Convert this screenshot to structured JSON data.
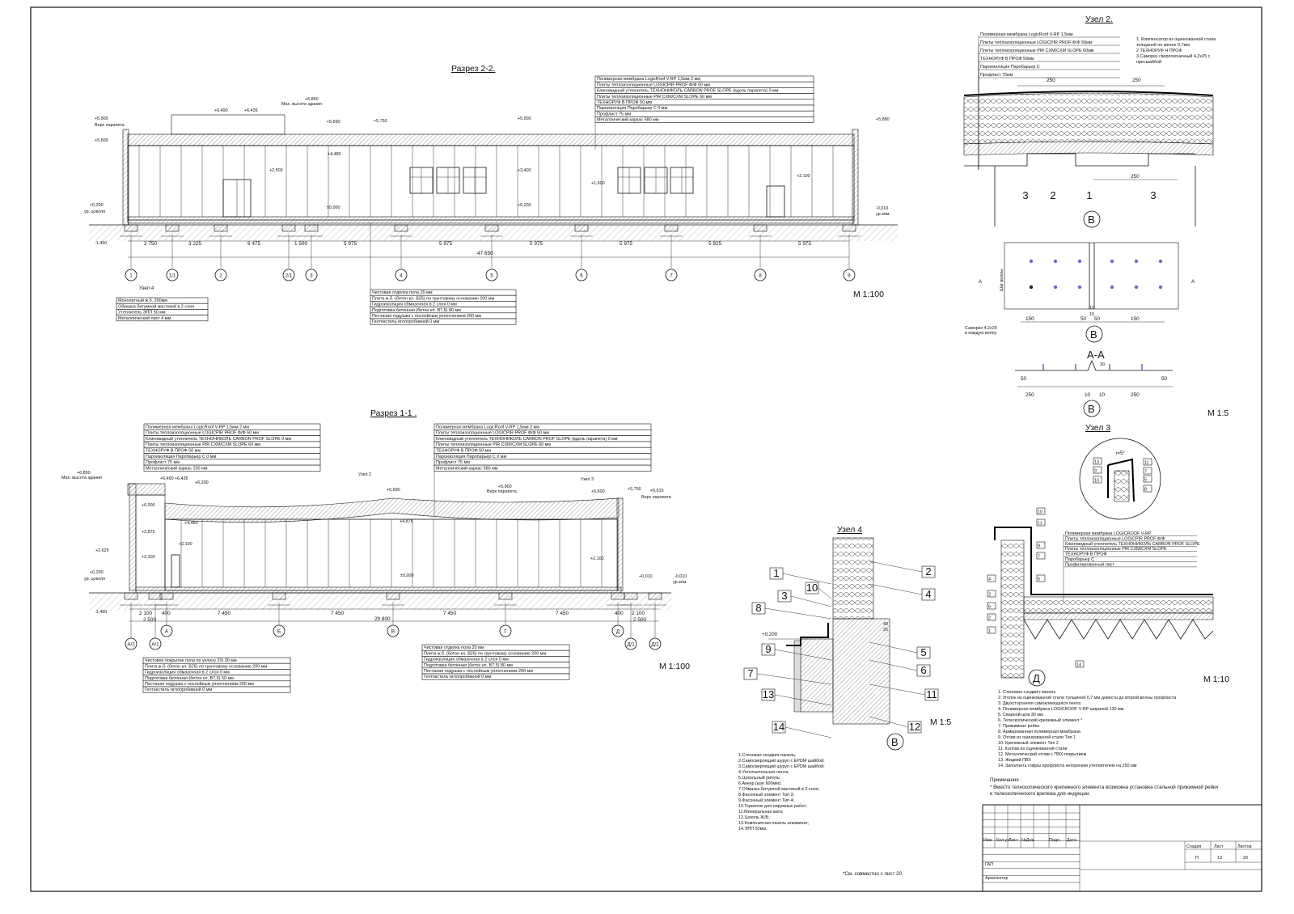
{
  "sections": {
    "s22": {
      "title": "Разрез 2-2.",
      "scale": "М 1:100",
      "elevations": [
        "+5,900",
        "Верх парапета",
        "+5,600",
        "+6,490",
        "+6,435",
        "+6,850",
        "Мах. высота здания",
        "+5,690",
        "+5,750",
        "+5,900",
        "+5,880",
        "+4,480",
        "+2,500",
        "+3,400",
        "+1,600",
        "+2,100",
        "±0,000",
        "+0,200",
        "+0,200",
        "ур. цоколя",
        "-0,010",
        "ур.зем.",
        "-1,450"
      ],
      "dims": [
        "2 750",
        "3 225",
        "6 475",
        "1 500",
        "5 975",
        "5 975",
        "5 975",
        "5 975",
        "5 825",
        "5 975"
      ],
      "total": "47 650",
      "axes": [
        "1",
        "1/1",
        "2",
        "2/1",
        "3",
        "4",
        "5",
        "6",
        "7",
        "8",
        "9"
      ],
      "node_label": "Узел 4",
      "roof_layers": [
        "Полимерная мембрана LogicRoof  V-RP 1,5мм 2 мм",
        "Плиты теплоизоляционные LOGICPIR PROF Ф/Ф  50 мм",
        "Клиновидный утеплитель ТЕХНОНИКОЛЬ CARBON PROF SLOPE (вдоль парапета) 0 мм",
        "Плиты теплоизоляционные PIR CXM/CXM SLOPE  60 мм",
        "ТЕХНОРУФ В ПРОФ  50 мм",
        "Пароизоляция Паробарьер С  0 мм",
        "Профлист  75 мм",
        "Металлический каркас 580 мм"
      ],
      "floor_layers": [
        "Чистовая отделка пола  20 мм",
        "Плита ж.б. (бетон кл. B25) по грунтовому основанию 200 мм",
        "Гидроизоляция обмазочная в 2 слоя 0 мм",
        "Подготовка бетонная (бетон кл. B7,5)  80 мм",
        "Песчаная подушка с послойным уплотнением 200 мм",
        "Геотекстиль иглопробивной 0 мм"
      ],
      "base_layers": [
        "Монолитный ж.б. 200мм",
        "Обмазка битумной мастикой в 2 слоя",
        "Утеплитель ЭПП  50 мм",
        "Металлический лист 4 мм"
      ]
    },
    "s11": {
      "title": "Разрез 1-1 .",
      "scale": "М 1:100",
      "roof_layers_left": [
        "Полимерная мембрана LogicRoof  V-RP 1,5мм 2 мм",
        "Плиты теплоизоляционные LOGICPIR PROF Ф/Ф  50 мм",
        "Клиновидный утеплитель ТЕХНОНИКОЛЬ CARBON PROF SLOPE  0 мм",
        "Плиты теплоизоляционные PIR CXM/CXM SLOPE  60 мм",
        "ТЕХНОРУФ В ПРОФ  50 мм",
        "Пароизоляция Паробарьер С  0 мм",
        "Профлист  75 мм",
        "Металлический каркас 200 мм"
      ],
      "roof_layers_right": [
        "Полимерная мембрана LogicRoof  V-RP 1,5мм 2 мм",
        "Плиты теплоизоляционные LOGICPIR PROF Ф/Ф  50 мм",
        "Клиновидный утеплитель ТЕХНОНИКОЛЬ CARBON PROF SLOPE (вдоль парапета) 0 мм",
        "Плиты теплоизоляционные PIR CXM/CXM SLOPE  60 мм",
        "ТЕХНОРУФ В ПРОФ  50 мм",
        "Пароизоляция Паробарьер С  0 мм",
        "Профлист  75 мм",
        "Металлический каркас 580 мм"
      ],
      "elevations": [
        "+6,850",
        "Мах. высота здания",
        "+6,490",
        "+6,435",
        "+6,200",
        "+6,000",
        "+4,480",
        "+2,875",
        "+2,625",
        "+2,100",
        "+2,100",
        "+0,200",
        "ур. цоколя",
        "-1,450",
        "+5,690",
        "+5,900",
        "Верх парапета",
        "+5,600",
        "+5,750",
        "+5,615",
        "Верх парапета",
        "+4,875",
        "±0,000",
        "+0,010",
        "+2,100",
        "-0,010",
        "ур.зем."
      ],
      "node2": "Узел 2",
      "node3": "Узел 3",
      "dims": [
        "2 100",
        "400",
        "7 450",
        "7 450",
        "7 450",
        "7 450",
        "400",
        "2 100",
        "2 500",
        "2 500"
      ],
      "total": "29 800",
      "axes": [
        "А/2",
        "А/1",
        "А",
        "Б",
        "В",
        "Г",
        "Д",
        "Д/1",
        "Д/2"
      ],
      "floor_left": [
        "Чистовое покрытие пола по уклону 1% 30 мм",
        "Плита ж.б. (бетон кл. B25) по грунтовому основанию 200 мм",
        "Гидроизоляция обмазочная в 2 слоя 0 мм",
        "Подготовка бетонная (бетон кл. B7,5)  50 мм",
        "Песчаная подушка с послойным уплотнением 200 мм",
        "Геотекстиль иглопробивной 0 мм"
      ],
      "floor_right": [
        "Чистовая отделка пола  20 мм",
        "Плита ж.б. (бетон кл. B25) по грунтовому основанию 200 мм",
        "Гидроизоляция обмазочная в 2 слоя 0 мм",
        "Подготовка бетонная (бетон кл. B7,5)  80 мм",
        "Песчаная подушка с послойным уплотнением 200 мм",
        "Геотекстиль иглопробивной 0 мм"
      ]
    }
  },
  "node2": {
    "title": "Узел 2.",
    "layers": [
      "Полимерная мембрана LogicRoof  V-RP 1,5мм",
      "Плиты теплоизоляционные LOGICPIR PROF Ф/Ф 50мм",
      "Плиты теплоизоляционные PIR CXM/CXM SLOPE  60мм",
      "ТЕХНОРУФ В ПРОФ 50мм",
      "Пароизоляция Паробарьер С",
      "Профлист 75мм"
    ],
    "notes": [
      "1. Компенсатор из оцинкованной стали",
      "толщиной не менее 0,7мм",
      "2.ТЕХНОРУФ Н ПРОФ",
      "3.Саморез сверлоконечный 4,2х25 с",
      "пресшайбой"
    ],
    "dims_top": [
      "250",
      "250"
    ],
    "dim_mid": "250",
    "nums": [
      "3",
      "2",
      "1",
      "3"
    ],
    "marker": "В",
    "plan_dims": [
      "150",
      "50",
      "50",
      "150"
    ],
    "ten": "10",
    "wave": "Шаг волны",
    "cut": [
      "А",
      "А"
    ],
    "screw_note": [
      "Саморез 4,2х25",
      "в каждую волну"
    ],
    "aa_title": "А-А",
    "aa_dims": [
      "50",
      "50",
      "250",
      "10",
      "10",
      "250"
    ],
    "aa_small": "30",
    "scale": "М 1:5"
  },
  "node3": {
    "title": "Узел 3",
    "angle": "i=5°",
    "callout_nums": [
      "13",
      "9",
      "10",
      "11",
      "7",
      "5",
      "8"
    ],
    "side_nums": [
      "10",
      "11",
      "9",
      "7",
      "5",
      "4",
      "3",
      "6",
      "2",
      "1",
      "14"
    ],
    "layers": [
      "Полимерная мембрана LOGICROOF V-RP",
      "Плиты теплоизоляционные LOGICPIR PROF Ф/Ф",
      "Клиновидный утеплитель ТЕХНОНИКОЛЬ CARBON PROF SLOPE",
      "Плиты теплоизоляционные PIR CXM/CXM SLOPE",
      "ТЕХНОРУФ В ПРОФ",
      "Паробарьер С",
      "Профилированный лист"
    ],
    "marker": "Д",
    "scale": "М 1:10",
    "legend": [
      "1. Стеновая сэндвич-панель",
      "2. Уголок из оцинкованной стали толщиной 0,7 мм довести до второй волны профлиста",
      "3. Двухсторонняя самоклеющаяся лента",
      "4. Полимерная мембрана LOGICROOF V-RP  шириной 130 мм",
      "5. Сварной шов 30 мм",
      "6. Телескопический крепежный элемент *",
      "7. Прижимная рейка",
      "8. Армированная полимерная мембрана",
      "9. Отлив из оцинкованной стали Тип 1",
      "10. Крепежный элемент Тип 2",
      "11. Колпак из оцинкованной стали",
      "12. Металлический отлив с ПВХ-покрытием",
      "13. Жидкий ПВХ",
      "14. Заполнить гофры профлиста негорючим утеплителем на 250 мм"
    ],
    "notes_title": "Примечания :",
    "notes": [
      "* Вместо телескопического крепежного элемента возможна установка стальной прижимной рейки",
      "  и телескопического крепежа для индукции."
    ]
  },
  "node4": {
    "title": "Узел 4",
    "nums_left": [
      "1",
      "10",
      "3",
      "8",
      "9",
      "7",
      "13",
      "14"
    ],
    "nums_right": [
      "2",
      "4",
      "5",
      "6",
      "11",
      "12"
    ],
    "elev": "+0,200",
    "small_dims": [
      "25",
      "40"
    ],
    "marker": "В",
    "scale": "М 1:5",
    "legend": [
      "1.Стеновая сендвич-панель;",
      "2.Самосверлящий шуруп с EPDM шайбой;",
      "3.Самосверлящий шуруп с EPDM шайбой;",
      "4.Уплотнительная лента;",
      "5.Цокольный ригель;",
      "6.Анкер (шаг 600мм);",
      "7.Обмазка битумной мастикой в 2 слоя;",
      "8.Фасонный элемент Тип 3;",
      "9.Фасонный элемент Тип 4;",
      "10.Герметик для наружных работ;",
      "11.Минеральная вата;",
      "12.Цоколь Ж/Б;",
      "13.Композитная панель алюминат;",
      "14.ЭПП 50мм."
    ],
    "footnote": "*См. совместно с лист 20."
  },
  "stamp": {
    "cols": [
      "Изм.",
      "Кол.уч",
      "Лист",
      "№Док.",
      "Подп.",
      "Дата"
    ],
    "rows": [
      "ГАП",
      "Архитектор"
    ],
    "stage_head": [
      "Стадия",
      "Лист",
      "Листов"
    ],
    "stage_vals": [
      "П",
      "13",
      "20"
    ]
  }
}
